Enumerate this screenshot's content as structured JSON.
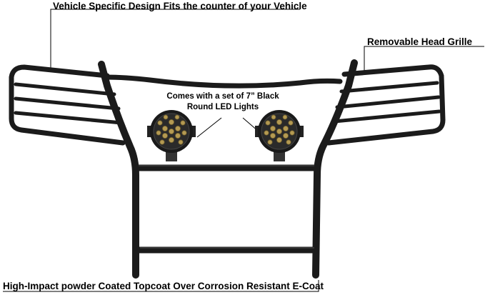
{
  "callouts": {
    "top": "Vehicle Specific Design Fits the counter of your Vehicle",
    "right": "Removable Head Grille",
    "middle_line1": "Comes with a set of 7” Black",
    "middle_line2": "Round LED Lights",
    "bottom": "High-Impact powder Coated Topcoat Over Corrosion Resistant E-Coat"
  },
  "colors": {
    "bar": "#1b1b1b",
    "bar_highlight": "#4a4a4a",
    "led": "#b49a52",
    "leader_line": "#000000"
  }
}
